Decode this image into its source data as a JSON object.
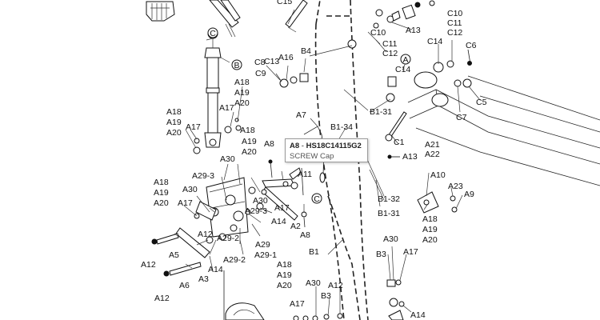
{
  "tooltip": {
    "part_id": "A8",
    "separator": " - ",
    "part_number": "HS18C14115G2",
    "description": "SCREW Cap"
  },
  "callouts": {
    "A": "A",
    "B": "B",
    "C": "C"
  },
  "labels": [
    "C15",
    "C10",
    "C11",
    "C12",
    "A13",
    "C10",
    "C11",
    "C12",
    "C14",
    "C6",
    "C8",
    "C13",
    "A16",
    "B4",
    "C9",
    "A",
    "C14",
    "C5",
    "C7",
    "B1-31",
    "A18",
    "A19",
    "A20",
    "A17",
    "A18",
    "A19",
    "A20",
    "A17",
    "A18",
    "A7",
    "B1-34",
    "C1",
    "A8",
    "A19",
    "A20",
    "A13",
    "A21",
    "A22",
    "A30",
    "A29-3",
    "A11",
    "A10",
    "A18",
    "A19",
    "A20",
    "A30",
    "A17",
    "A30",
    "A29-3",
    "A14",
    "A23",
    "A9",
    "B1-32",
    "B1-31",
    "A17",
    "A2",
    "A8",
    "A18",
    "A19",
    "A20",
    "A12",
    "A5",
    "A6",
    "A12",
    "A12",
    "A14",
    "A3",
    "A29-2",
    "A29",
    "A29-1",
    "A29-2",
    "B1",
    "A30",
    "B3",
    "A17",
    "A18",
    "A19",
    "A20",
    "A12",
    "A30",
    "B3",
    "A17",
    "A14"
  ]
}
